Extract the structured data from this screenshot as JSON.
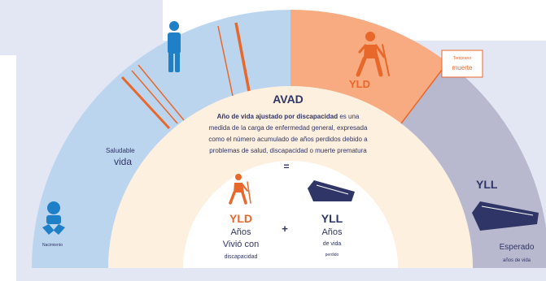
{
  "title": "AVAD",
  "definition": {
    "term": "Año de vida ajustado por discapacidad",
    "line1_rest": " es una",
    "line2": "medida de la carga de enfermedad general, expresada",
    "line3": "como el número acumulado de años perdidos debido a",
    "line4": "problemas de salud, discapacidad o muerte prematura"
  },
  "equals": "=",
  "plus": "+",
  "yld_term": {
    "abbr": "YLD",
    "line1": "Años",
    "line2": "Vivió con",
    "line3": "discapacidad"
  },
  "yll_term": {
    "abbr": "YLL",
    "line1": "Años",
    "line2": "de vida",
    "line3": "perdido"
  },
  "arc_labels": {
    "healthy_small": "Saludable",
    "healthy_large": "vida",
    "birth": "Nacimiento",
    "yld": "YLD",
    "yll": "YLL",
    "early_line1": "Temprano",
    "early_line2": "muerte",
    "expected_line1": "Esperado",
    "expected_line2": "años de vida"
  },
  "colors": {
    "background_block": "#e3e7f4",
    "healthy_band": "#bcd5ef",
    "yld_band": "#f8aa80",
    "yll_band": "#b8b9ce",
    "inner_cream": "#fdf0df",
    "accent_orange": "#e8672a",
    "navy": "#2f3566",
    "blue_icon": "#1f80c8"
  },
  "icons": [
    "baby-icon",
    "person-icon",
    "injured-person-icon",
    "coffin-icon"
  ]
}
